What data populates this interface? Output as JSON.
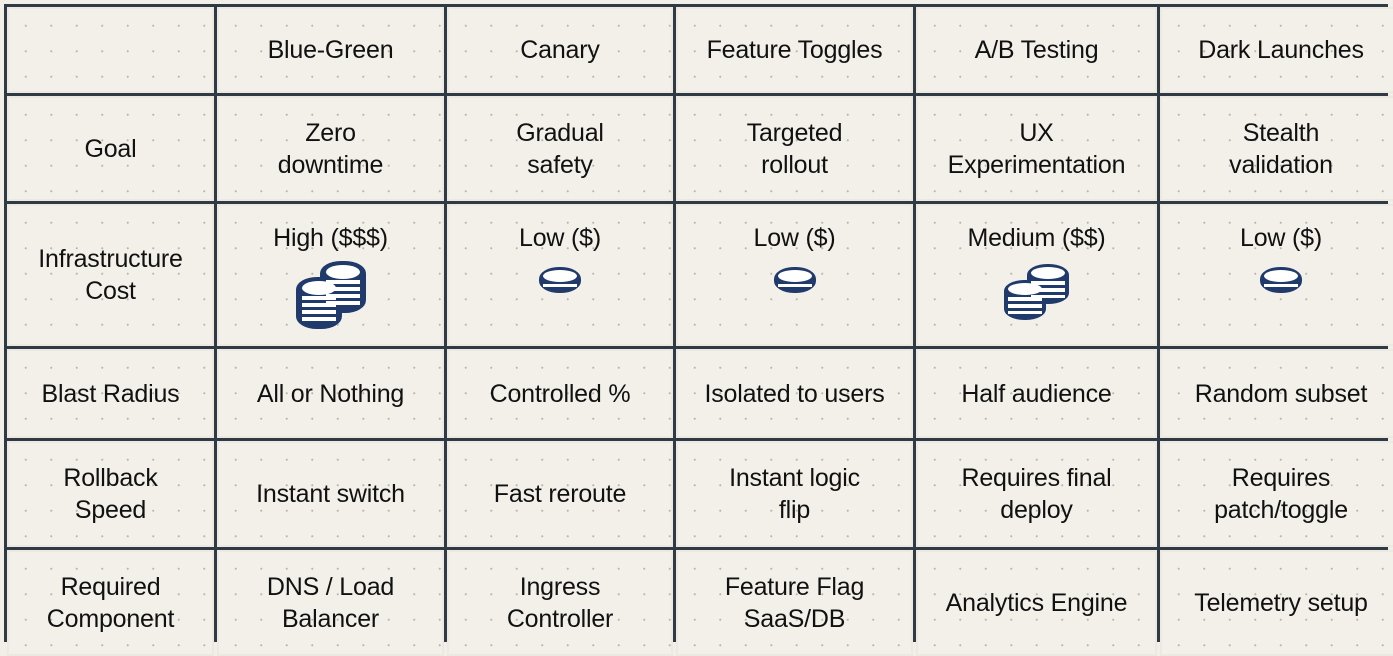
{
  "table": {
    "columns": [
      "",
      "Blue-Green",
      "Canary",
      "Feature Toggles",
      "A/B Testing",
      "Dark Launches"
    ],
    "rows": [
      {
        "label": "Goal",
        "values": [
          "Zero\ndowntime",
          "Gradual\nsafety",
          "Targeted\nrollout",
          "UX\nExperimentation",
          "Stealth\nvalidation"
        ]
      },
      {
        "label": "Infrastructure\nCost",
        "values": [
          "High ($$$)",
          "Low ($)",
          "Low ($)",
          "Medium ($$)",
          "Low ($)"
        ],
        "icons": [
          "coins-stack-large-icon",
          "coin-single-icon",
          "coin-single-icon",
          "coins-stack-medium-icon",
          "coin-single-icon"
        ]
      },
      {
        "label": "Blast Radius",
        "values": [
          "All or Nothing",
          "Controlled %",
          "Isolated to users",
          "Half audience",
          "Random subset"
        ]
      },
      {
        "label": "Rollback\nSpeed",
        "values": [
          "Instant switch",
          "Fast reroute",
          "Instant logic\nflip",
          "Requires final\ndeploy",
          "Requires\npatch/toggle"
        ]
      },
      {
        "label": "Required\nComponent",
        "values": [
          "DNS / Load\nBalancer",
          "Ingress\nController",
          "Feature Flag\nSaaS/DB",
          "Analytics Engine",
          "Telemetry setup"
        ]
      }
    ]
  },
  "colors": {
    "grid_line": "#2f3a44",
    "cell_bg": "#f2f0e9",
    "coin_outline": "#1f3a6b",
    "coin_fill": "#ffffff",
    "coin_stripe": "#1e2a33"
  }
}
